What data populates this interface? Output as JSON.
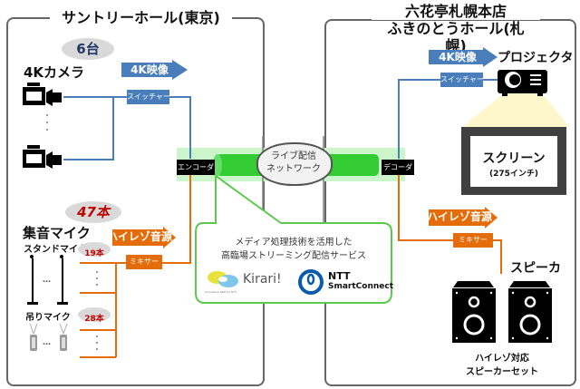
{
  "left_venue": {
    "title": "サントリーホール(東京)",
    "camera_count": "6台",
    "camera_label": "4Kカメラ",
    "video_arrow": "4K映像",
    "switcher": "スイッチャー",
    "encoder": "エンコーダ",
    "mic_count": "47本",
    "mic_label": "集音マイク",
    "stand_mic_label": "スタンドマイク",
    "stand_mic_count": "19本",
    "hanging_mic_label": "吊りマイク",
    "hanging_mic_count": "28本",
    "audio_arrow": "ハイレゾ音源",
    "mixer": "ミキサー"
  },
  "network": {
    "cloud_label_line1": "ライブ配信",
    "cloud_label_line2": "ネットワーク"
  },
  "callout": {
    "line1": "メディア処理技術を活用した",
    "line2": "高臨場ストリーミング配信サービス",
    "kirari_logo": "Kirari!",
    "kirari_tagline": "Innovative R&D by NTT",
    "ntt_logo_line1": "NTT",
    "ntt_logo_line2": "SmartConnect"
  },
  "right_venue": {
    "title_line1": "六花亭札幌本店",
    "title_line2": "ふきのとうホール(札幌)",
    "video_arrow": "4K映像",
    "projector_label": "プロジェクタ",
    "switcher": "スイッチャー",
    "decoder": "デコーダ",
    "screen_label": "スクリーン",
    "screen_size": "(275インチ)",
    "audio_arrow": "ハイレゾ音源",
    "mixer": "ミキサー",
    "speaker_label": "スピーカ",
    "speaker_caption_line1": "ハイレゾ対応",
    "speaker_caption_line2": "スピーカーセット"
  },
  "colors": {
    "video_blue": "#4a7ebb",
    "audio_orange": "#e46c0a",
    "network_green": "#33cc33",
    "network_glow": "#ccf5cc",
    "callout_border": "#5cc850",
    "count_red": "#c00000",
    "count_navy": "#1f3864"
  }
}
